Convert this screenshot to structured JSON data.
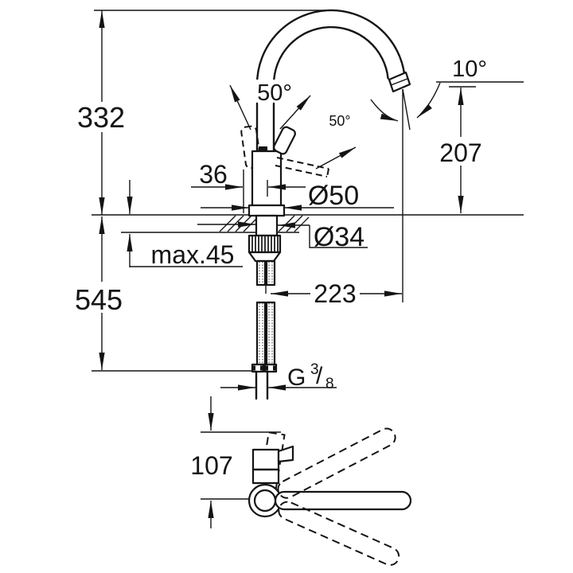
{
  "colors": {
    "line": "#141414",
    "background": "#ffffff"
  },
  "labels": {
    "height_above_deck": "332",
    "height_below_deck": "545",
    "handle_offset": "36",
    "body_diameter": "Ø50",
    "hole_diameter": "Ø34",
    "max_deck_thickness": "max.45",
    "spout_reach": "223",
    "outlet_height": "207",
    "outlet_angle": "10°",
    "handle_lift_angle": "50°",
    "handle_swing_angle": "50°",
    "handle_length": "107",
    "thread_g": "G",
    "thread_sup": "3",
    "thread_slash": "/",
    "thread_sub": "8"
  }
}
